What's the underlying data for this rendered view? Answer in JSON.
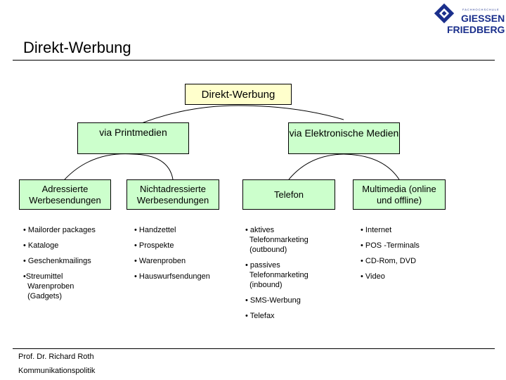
{
  "header": {
    "logo_text_small": "FACHHOCHSCHULE",
    "logo_line1": "GIESSEN",
    "logo_line2": "FRIEDBERG",
    "slide_title": "Direkt-Werbung"
  },
  "diagram": {
    "root": "Direkt-Werbung",
    "level1": {
      "left": "via Printmedien",
      "right": "via Elektronische Medien"
    },
    "level2": {
      "adressiert": "Adressierte Werbesendungen",
      "nichtadressiert": "Nichtadressierte Werbesendungen",
      "telefon": "Telefon",
      "multimedia": "Multimedia (online und offline)"
    },
    "lists": {
      "adressiert": [
        "• Mailorder packages",
        "• Kataloge",
        "• Geschenkmailings",
        "•Streumittel\n  Warenproben\n  (Gadgets)"
      ],
      "nichtadressiert": [
        "• Handzettel",
        "• Prospekte",
        "• Warenproben",
        "• Hauswurfsendungen"
      ],
      "telefon": [
        "• aktives\n  Telefonmarketing\n  (outbound)",
        "• passives\n  Telefonmarketing\n  (inbound)",
        "• SMS-Werbung",
        "• Telefax"
      ],
      "multimedia": [
        "• Internet",
        "• POS -Terminals",
        "• CD-Rom, DVD",
        "• Video"
      ]
    }
  },
  "footer": {
    "author": "Prof. Dr. Richard Roth",
    "subject": "Kommunikationspolitik"
  },
  "colors": {
    "box_green": "#ccffcc",
    "root_yellow": "#ffffcc",
    "logo_blue": "#1a2f8c"
  }
}
